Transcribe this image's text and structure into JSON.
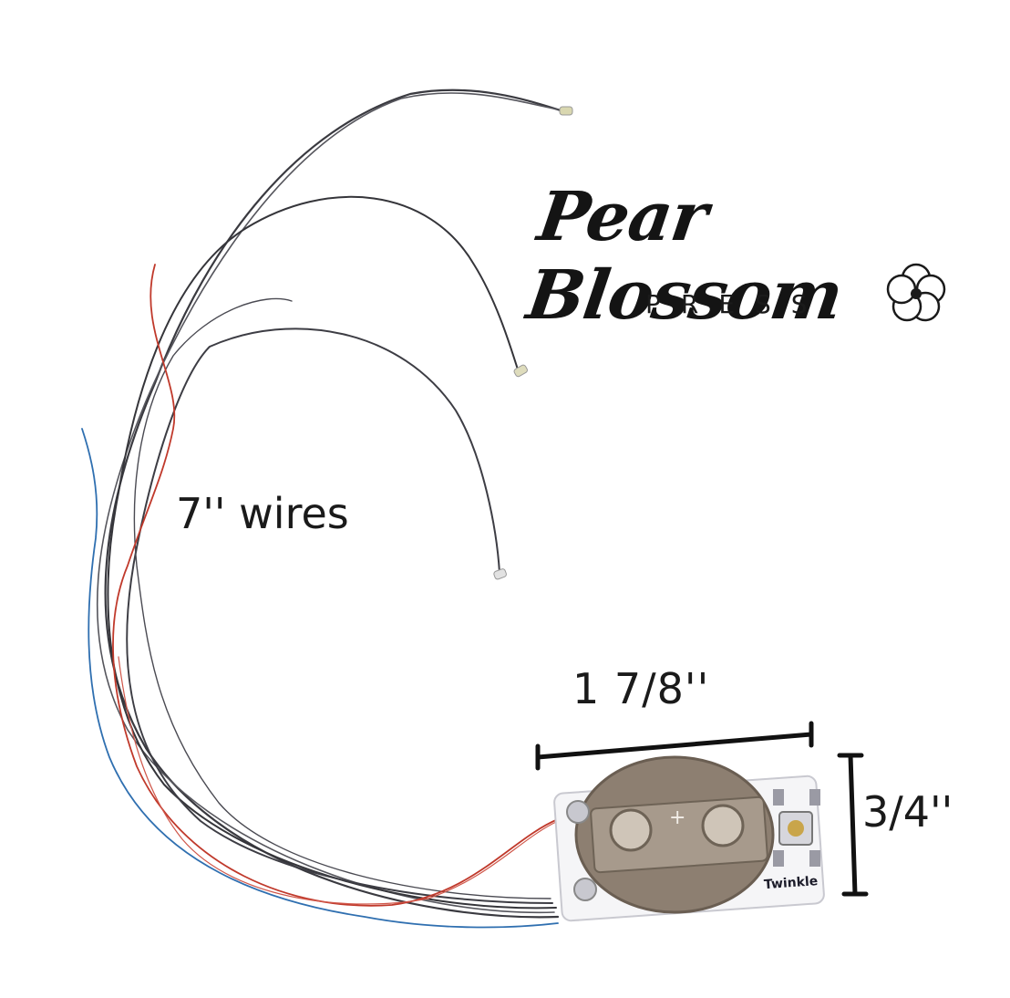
{
  "logo": {
    "name": "Pear Blossom",
    "subtitle": "PRESS"
  },
  "labels": {
    "wires": "7'' wires",
    "width": "1 7/8''",
    "height": "3/4''"
  },
  "board": {
    "brand": "Twinkle",
    "plus": "+"
  },
  "colors": {
    "background": "#ffffff",
    "text": "#1a1a1a",
    "wire_dark": "#3a3a40",
    "wire_red": "#c0392b",
    "wire_blue": "#2f6fb0",
    "battery": "#8d7f71",
    "board": "#f5f5f7"
  }
}
